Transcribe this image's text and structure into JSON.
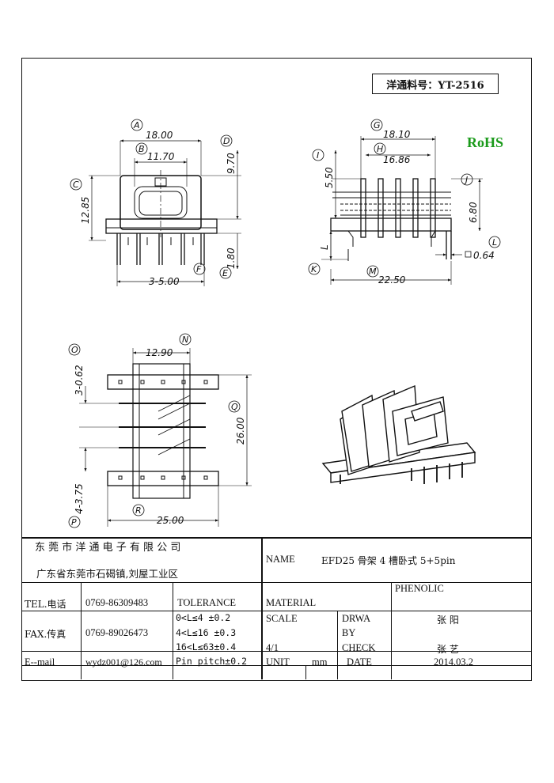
{
  "part_number": "洋通料号：YT-2516",
  "rohs": "RoHS",
  "dimensions": {
    "a": "18.00",
    "b": "11.70",
    "c": "12.85",
    "d": "9.70",
    "e": "1.80",
    "f": "3-5.00",
    "g": "18.10",
    "h": "16.86",
    "i": "5.50",
    "j": "6.80",
    "k": "L",
    "l": "0.64",
    "m": "22.50",
    "n": "12.90",
    "o": "3-0.62",
    "p": "4-3.75",
    "q": "26.00",
    "r": "25.00"
  },
  "callouts": [
    "A",
    "B",
    "C",
    "D",
    "E",
    "F",
    "G",
    "H",
    "I",
    "J",
    "K",
    "L",
    "M",
    "N",
    "O",
    "P",
    "Q",
    "R"
  ],
  "title_block": {
    "company": "东 莞 市 洋 通 电 子 有 限 公 司",
    "address": "广东省东莞市石碣镇,刘屋工业区",
    "name_label": "NAME",
    "name_value": "EFD25 骨架 4 槽卧式 5+5pin",
    "tel_label": "TEL.电话",
    "tel_value": "0769-86309483",
    "fax_label": "FAX.传真",
    "fax_value": "0769-89026473",
    "email_label": "E--mail",
    "email_value": "wydz001@126.com",
    "tolerance_label": "TOLERANCE",
    "tol_1": "0<L≤4   ±0.2",
    "tol_2": "4<L≤16  ±0.3",
    "tol_3": "16<L≤63±0.4",
    "tol_4": "Pin pitch±0.2",
    "material_label": "MATERIAL",
    "material_value": "PHENOLIC",
    "scale_label": "SCALE",
    "scale_value": "4/1",
    "drawn_label_1": "DRWA",
    "drawn_label_2": "BY",
    "drawn_value": "张   阳",
    "check_label": "CHECK",
    "check_value": "张   艺",
    "unit_label": "UNIT",
    "unit_value": "mm",
    "date_label": "DATE",
    "date_value": "2014.03.2"
  }
}
